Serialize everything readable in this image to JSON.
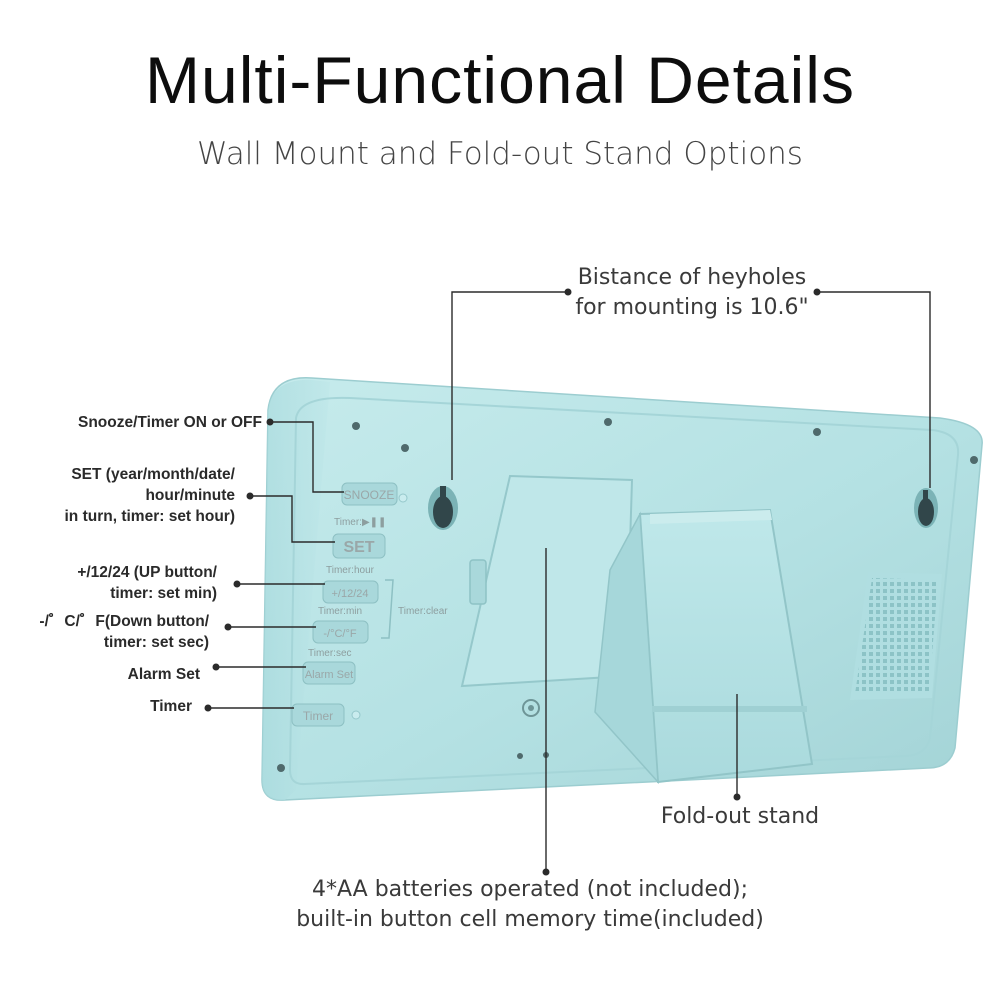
{
  "header": {
    "title": "Multi-Functional Details",
    "subtitle": "Wall Mount and Fold-out Stand Options"
  },
  "callouts": {
    "keyholes": [
      "Bistance of heyholes",
      "for mounting is 10.6\""
    ],
    "stand": "Fold-out stand",
    "batteries": [
      "4*AA batteries operated (not included);",
      "built-in button cell memory time(included)"
    ]
  },
  "button_labels": [
    {
      "lines": [
        "Snooze/Timer ON or OFF"
      ]
    },
    {
      "lines": [
        "SET (year/month/date/",
        "hour/minute",
        "in turn, timer: set hour)"
      ]
    },
    {
      "lines": [
        "+/12/24 (UP button/",
        "timer: set min)"
      ]
    },
    {
      "lines": [
        "-/゜C/゜F(Down button/",
        "timer: set sec)"
      ]
    },
    {
      "lines": [
        "Alarm Set"
      ]
    },
    {
      "lines": [
        "Timer"
      ]
    }
  ],
  "device": {
    "buttons": [
      "SNOOZE",
      "SET",
      "+/12/24",
      "-/°C/°F",
      "Alarm Set",
      "Timer"
    ],
    "sub_labels": [
      "Timer:▶❚❚",
      "Timer:hour",
      "Timer:min",
      "Timer:sec"
    ],
    "timer_clear": "Timer:clear"
  },
  "colors": {
    "body": "#b8e4e6",
    "body_shade": "#9fd3d6",
    "leader": "#2b2b2b",
    "title": "#0d0d0d"
  }
}
